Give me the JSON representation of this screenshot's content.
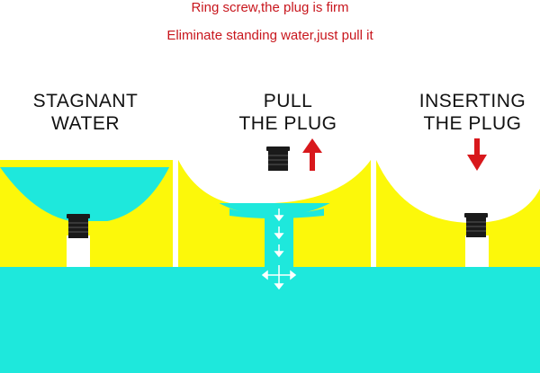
{
  "captions": {
    "line1": "Ring screw,the plug is firm",
    "line2": "Eliminate standing water,just pull it"
  },
  "panels": [
    {
      "label_line1": "STAGNANT",
      "label_line2": "WATER"
    },
    {
      "label_line1": "PULL",
      "label_line2": "THE PLUG"
    },
    {
      "label_line1": "INSERTING",
      "label_line2": "THE PLUG"
    }
  ],
  "colors": {
    "water": "#1ee8dc",
    "hull": "#fcf80a",
    "caption": "#c8161d",
    "arrow": "#d8181c",
    "plug": "#1a1a1a"
  },
  "icons": [
    "plug-icon",
    "arrow-up-icon",
    "arrow-down-icon",
    "flow-arrows-icon"
  ]
}
